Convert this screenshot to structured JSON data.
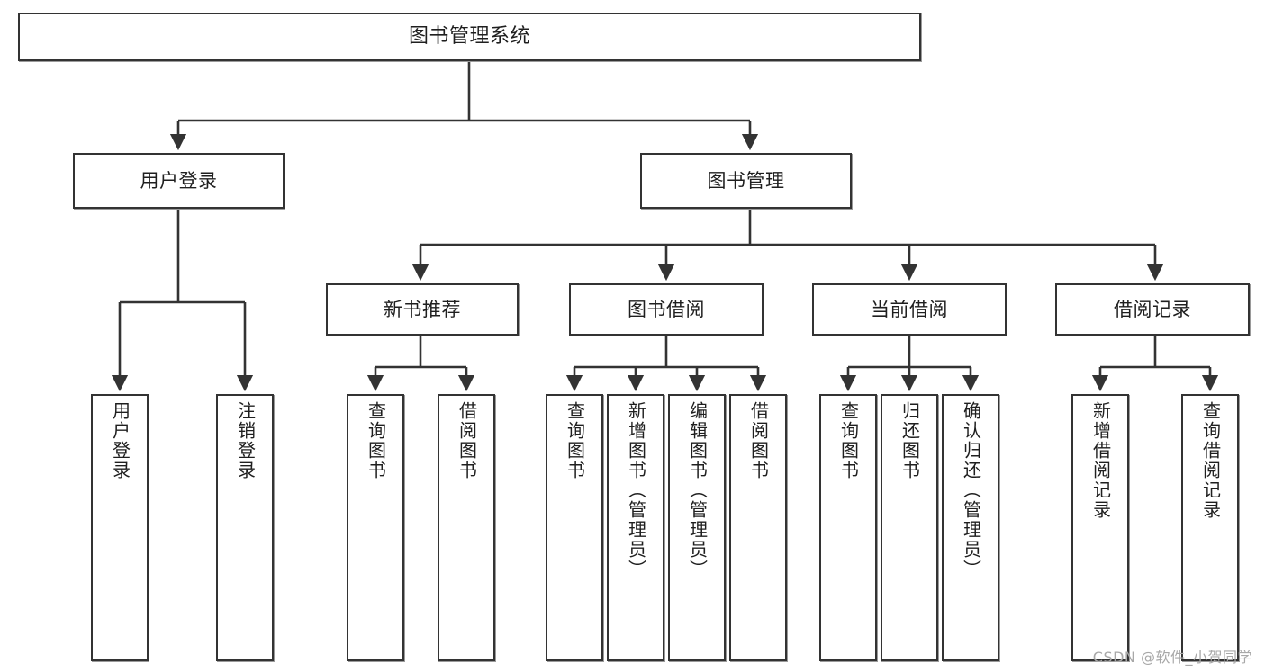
{
  "diagram": {
    "title": "图书管理系统",
    "type": "tree-hierarchy",
    "watermark": "CSDN @软件_小贺同学",
    "nodes": {
      "root": {
        "label": "图书管理系统"
      },
      "level2": [
        {
          "id": "user-login",
          "label": "用户登录"
        },
        {
          "id": "book-manage",
          "label": "图书管理"
        }
      ],
      "level3": [
        {
          "id": "new-book-rec",
          "label": "新书推荐"
        },
        {
          "id": "book-borrow",
          "label": "图书借阅"
        },
        {
          "id": "current-borrow",
          "label": "当前借阅"
        },
        {
          "id": "borrow-record",
          "label": "借阅记录"
        }
      ],
      "leaves": {
        "user_login": [
          {
            "id": "leaf-user-login",
            "label": "用户登录"
          },
          {
            "id": "leaf-logout",
            "label": "注销登录"
          }
        ],
        "new_book_rec": [
          {
            "id": "leaf-query-book-1",
            "label": "查询图书"
          },
          {
            "id": "leaf-borrow-book-1",
            "label": "借阅图书"
          }
        ],
        "book_borrow": [
          {
            "id": "leaf-query-book-2",
            "label": "查询图书"
          },
          {
            "id": "leaf-add-book",
            "label": "新增图书（管理员）"
          },
          {
            "id": "leaf-edit-book",
            "label": "编辑图书（管理员）"
          },
          {
            "id": "leaf-borrow-book-2",
            "label": "借阅图书"
          }
        ],
        "current_borrow": [
          {
            "id": "leaf-query-book-3",
            "label": "查询图书"
          },
          {
            "id": "leaf-return-book",
            "label": "归还图书"
          },
          {
            "id": "leaf-confirm-return",
            "label": "确认归还（管理员）"
          }
        ],
        "borrow_record": [
          {
            "id": "leaf-add-record",
            "label": "新增借阅记录"
          },
          {
            "id": "leaf-query-record",
            "label": "查询借阅记录"
          }
        ]
      }
    },
    "colors": {
      "border": "#333333",
      "background": "#ffffff",
      "text": "#1f1f1f",
      "watermark": "#a8a8a8"
    }
  }
}
